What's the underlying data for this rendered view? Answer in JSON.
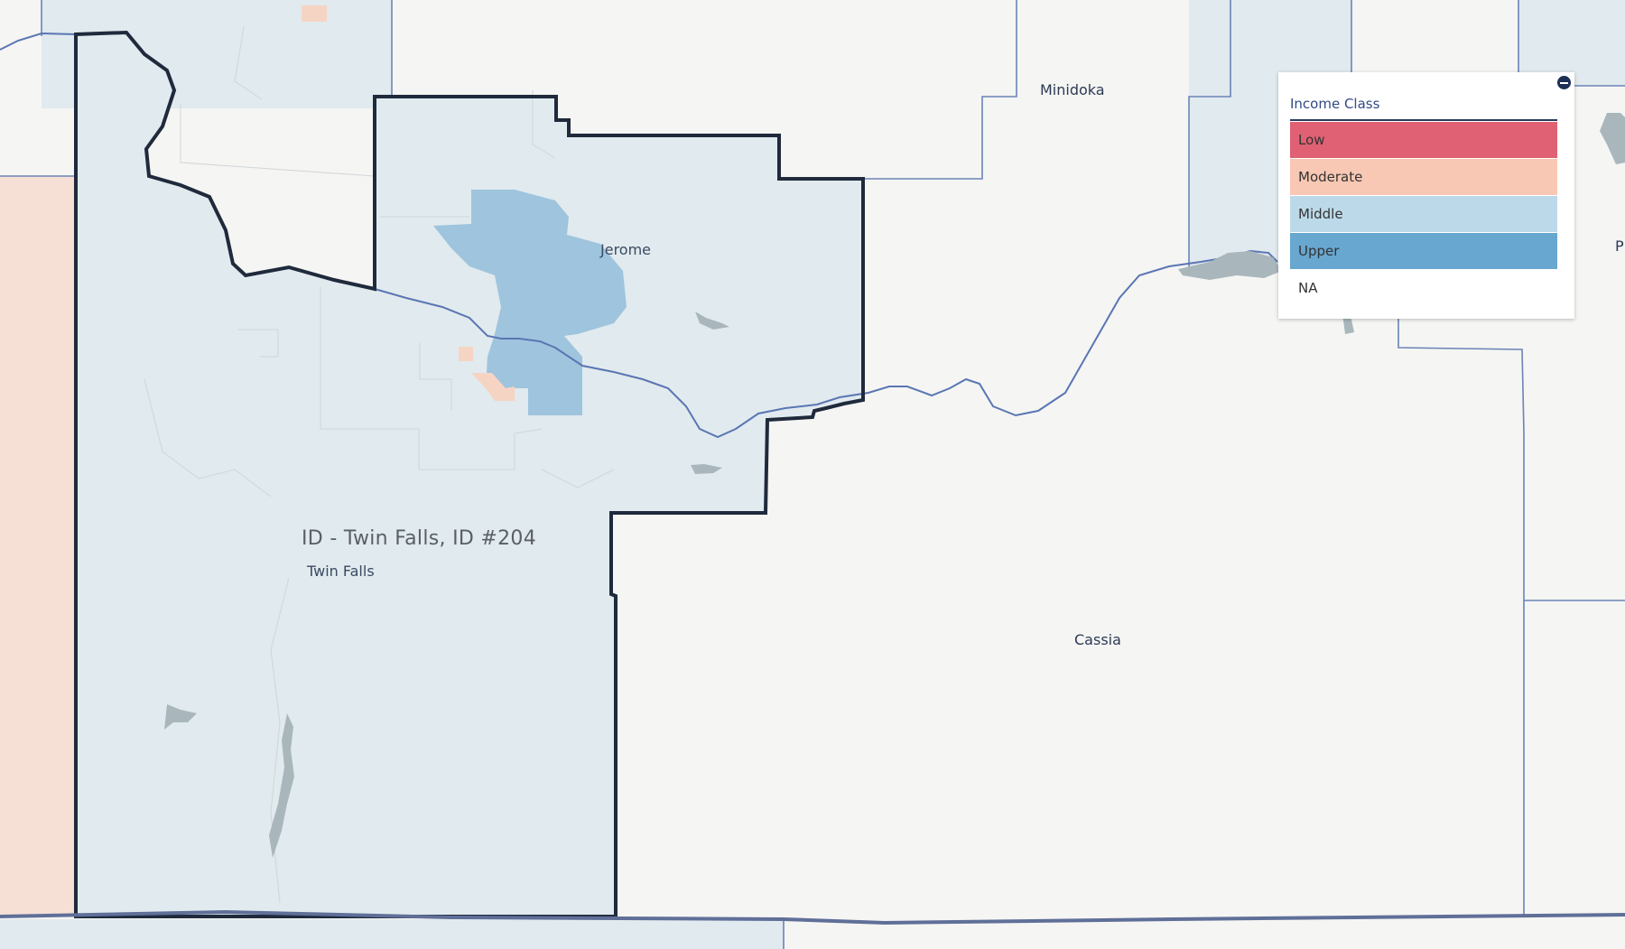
{
  "map": {
    "labels": {
      "minidoka": "Minidoka",
      "jerome": "Jerome",
      "district": "ID - Twin Falls, ID #204",
      "twin_falls": "Twin Falls",
      "cassia": "Cassia",
      "edge_p": "P"
    }
  },
  "legend": {
    "title": "Income Class",
    "items": [
      {
        "label": "Low",
        "color": "#e06174"
      },
      {
        "label": "Moderate",
        "color": "#f8c8b4"
      },
      {
        "label": "Middle",
        "color": "#bcd9e9"
      },
      {
        "label": "Upper",
        "color": "#68a7d0"
      },
      {
        "label": "NA",
        "color": "#ffffff"
      }
    ]
  },
  "colors": {
    "background": "#f5f5f3",
    "selected_fill": "#e1eaee",
    "boundary": "#1f2a3c",
    "river": "#5a76b3"
  }
}
